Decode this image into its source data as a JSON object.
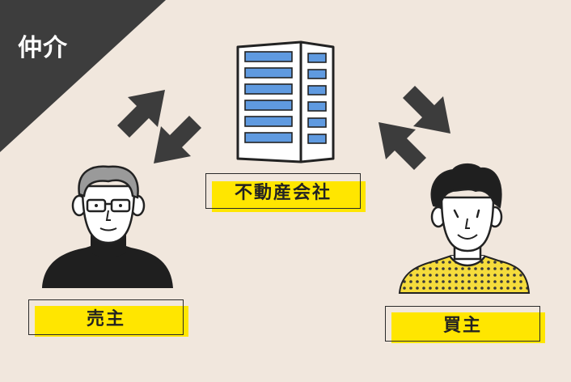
{
  "corner_label": "仲介",
  "labels": {
    "company": "不動産会社",
    "seller": "売主",
    "buyer": "買主"
  },
  "colors": {
    "background": "#f1e7dd",
    "corner": "#3d3d3d",
    "label_highlight": "#ffe600",
    "arrow": "#3c3c3c",
    "building_window": "#5f9ae0",
    "buyer_shirt": "#f5dc3c",
    "seller_shirt": "#1f1f1f"
  },
  "icons": {
    "corner": "triangle-corner",
    "company": "office-building-icon",
    "seller": "older-man-glasses-icon",
    "buyer": "young-man-icon",
    "arrows": "bidirectional-arrow-icon"
  }
}
